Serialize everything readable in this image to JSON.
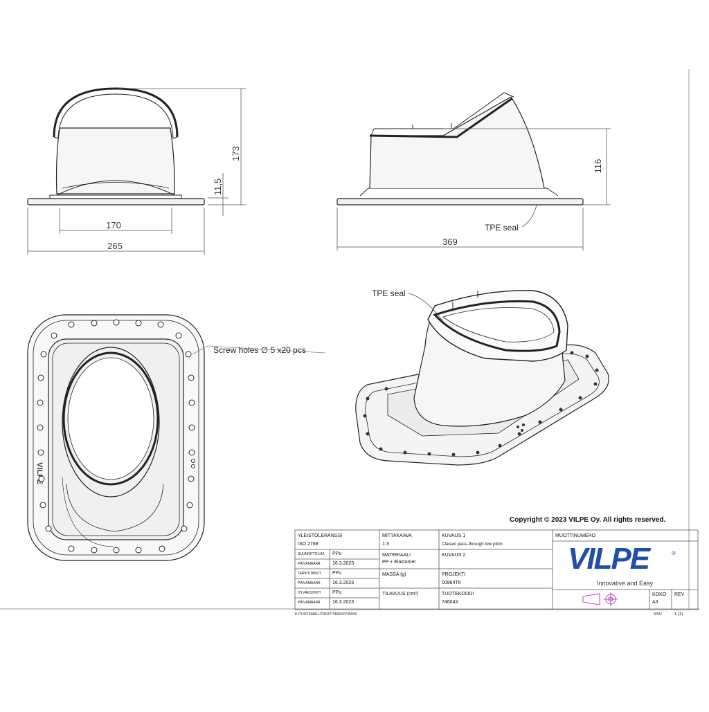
{
  "drawing": {
    "dimensions": {
      "front_height": "173",
      "front_base": "11,5",
      "front_inner_width": "170",
      "front_width": "265",
      "side_height": "116",
      "side_width": "369"
    },
    "labels": {
      "tpe_seal_side": "TPE seal",
      "tpe_seal_iso": "TPE seal",
      "screw_holes": "Screw holes ∅ 5 x20 pcs"
    }
  },
  "copyright": "Copyright © 2023 VILPE Oy. All rights reserved.",
  "title_block": {
    "tolerance_label": "YLEISTOLERANSSI",
    "tolerance_value": "ISO 2768",
    "designed_label": "SUUNNITTELIJA",
    "designed_value": "PPu",
    "date_label_1": "PÄIVÄMÄÄRÄ",
    "date_value_1": "16.3.2023",
    "checked_label": "TARKISTANUT",
    "checked_value": "PPu",
    "date_label_2": "PÄIVÄMÄÄRÄ",
    "date_value_2": "16.3.2023",
    "approved_label": "HYVÄKSYNYT",
    "approved_value": "PPu",
    "date_label_3": "PÄIVÄMÄÄRÄ",
    "date_value_3": "16.3.2023",
    "scale_label": "MITTAKAAVA",
    "scale_value": "1:3",
    "material_label": "MATERIAALI",
    "material_value": "PP + Elastomer",
    "mass_label": "MASSA (g)",
    "volume_label": "TILAVUUS (cm³)",
    "desc1_label": "KUVAUS 1",
    "desc1_value": "Classic pass-through low pitch",
    "desc2_label": "KUVAUS 2",
    "project_label": "PROJEKTI",
    "project_value": "00864TK",
    "product_code_label": "TUOTEKOODI",
    "product_code_value": "74604X",
    "mould_label": "MUOTTINUMERO",
    "size_label": "KOKO",
    "size_value": "A3",
    "rev_label": "REV",
    "sheet_label": "SIVU",
    "sheet_value": "1 (1)",
    "file_path": "K:\\TUOTEMALLIT\\ROT\\74604X\\74604X"
  },
  "logo": {
    "text": "VILPE",
    "tagline": "Innovative and Easy",
    "color": "#1f4fa8"
  }
}
